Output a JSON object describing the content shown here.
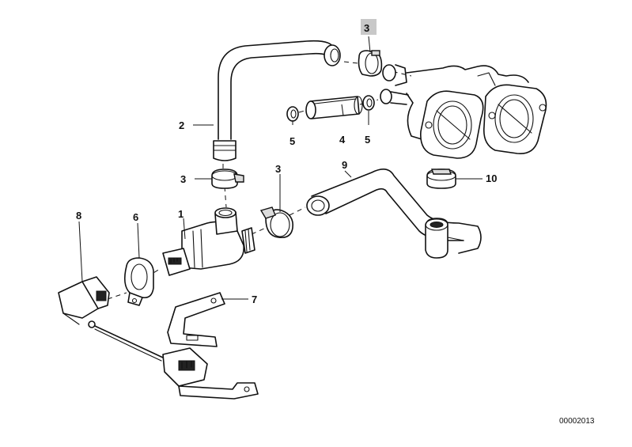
{
  "diagram": {
    "callouts": {
      "c1": "1",
      "c2": "2",
      "c3a": "3",
      "c3b": "3",
      "c3c": "3",
      "c4": "4",
      "c5a": "5",
      "c5b": "5",
      "c6": "6",
      "c7": "7",
      "c8": "8",
      "c9": "9",
      "c10": "10"
    },
    "highlight_color": "#c8c8c8",
    "drawing_number": "00002013"
  }
}
